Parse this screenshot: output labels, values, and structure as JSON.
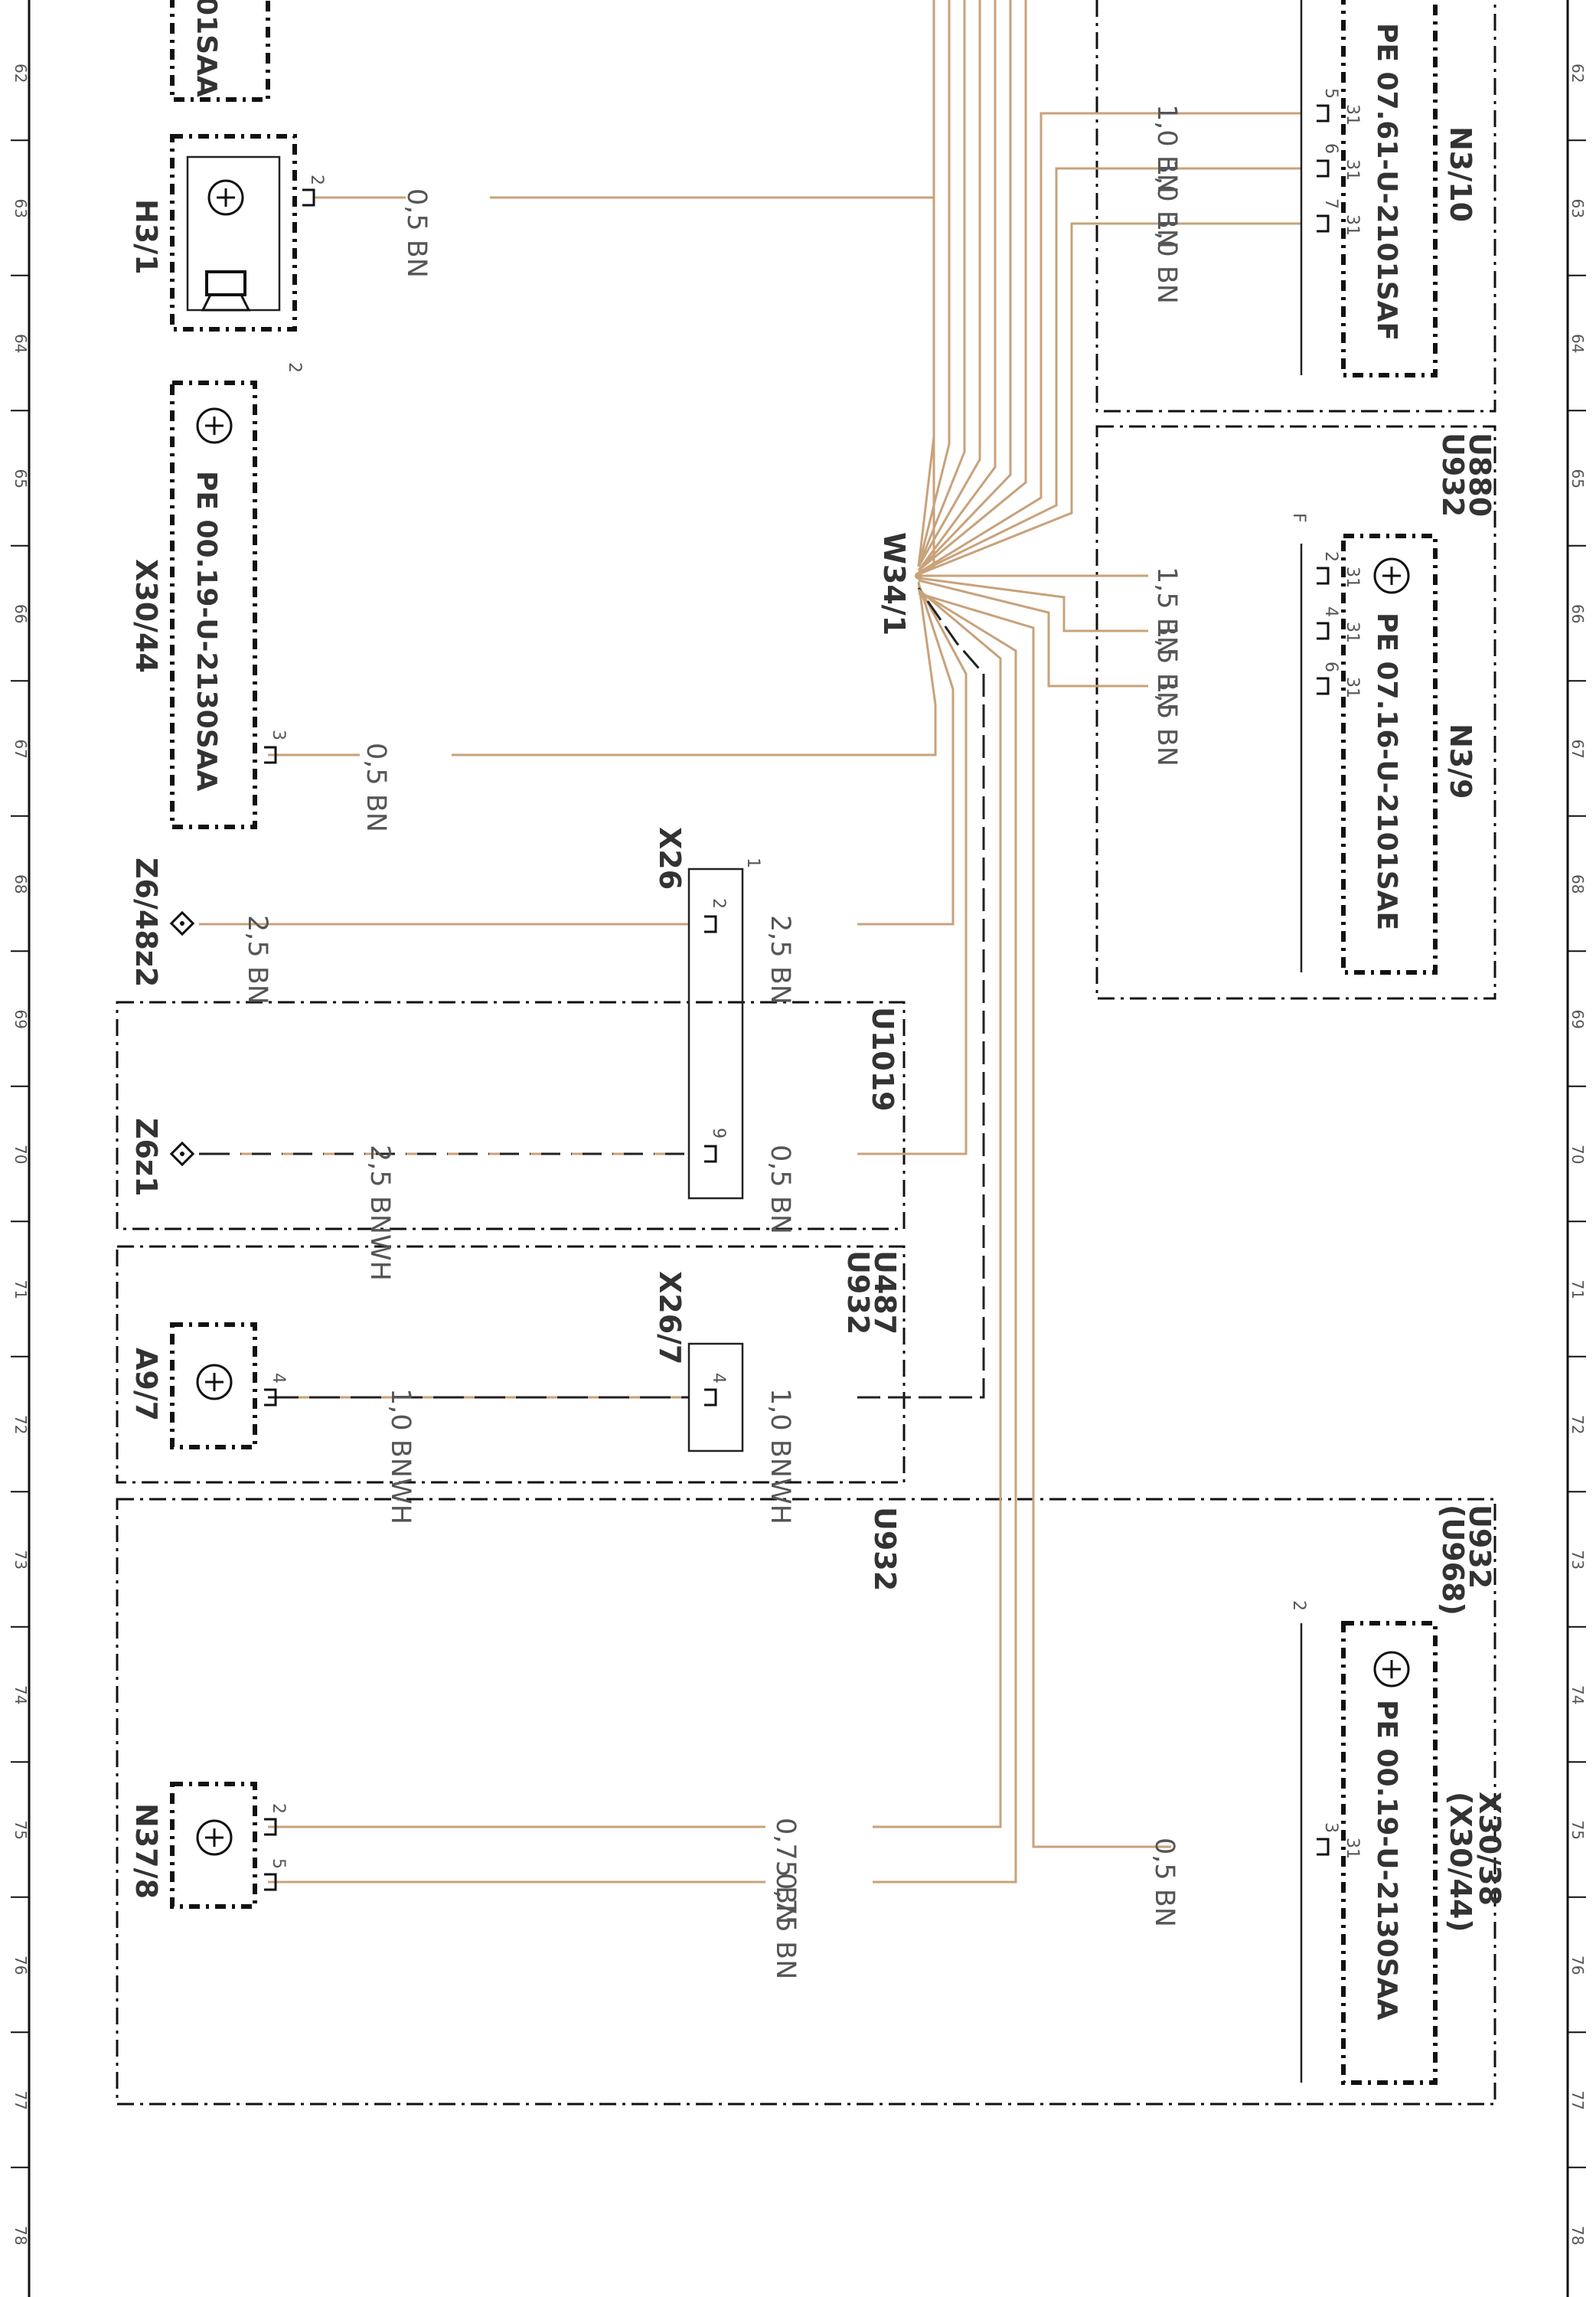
{
  "grid_rows": [
    "62",
    "63",
    "64",
    "65",
    "66",
    "67",
    "68",
    "69",
    "70",
    "71",
    "72",
    "73",
    "74",
    "75",
    "76",
    "77",
    "78"
  ],
  "splice": {
    "name": "W34/1"
  },
  "components": {
    "h3_1": {
      "id": "H3/1",
      "pin": "2",
      "wire": "0,5 BN"
    },
    "x30_44": {
      "id": "X30/44",
      "ref": "PE 00.19-U-2130SAA",
      "pin_top": "2",
      "pin": "3",
      "wire": "0,5 BN"
    },
    "top_frag": {
      "ref_partial": "01SAA"
    },
    "z6_48z2": {
      "id": "Z6/48z2",
      "wire": "2,5 BN"
    },
    "x26": {
      "id": "X26",
      "pin1": "1",
      "pin": "2",
      "pin9": "9",
      "wire_out": "2,5 BN",
      "wire_out9": "0,5 BN"
    },
    "u1019": {
      "code": "U1019"
    },
    "z6z1": {
      "id": "Z6z1",
      "wire": "2,5 BNWH"
    },
    "u487": {
      "code": "U487",
      "code2": "U932"
    },
    "a9_7": {
      "id": "A9/7",
      "pin": "4",
      "wire": "1,0 BNWH"
    },
    "x26_7": {
      "id": "X26/7",
      "pin": "4",
      "wire_out": "1,0 BNWH"
    },
    "u932_lower": {
      "code": "U932"
    },
    "n37_8": {
      "id": "N37/8",
      "pin_a": "2",
      "pin_b": "5",
      "wire_a": "0,75 BN",
      "wire_b": "0,75 BN"
    },
    "n3_10": {
      "id": "N3/10",
      "ref": "PE 07.61-U-2101SAF",
      "pins": [
        "5",
        "6",
        "7"
      ],
      "term": "31",
      "wire": "1,0 BN"
    },
    "n3_9": {
      "id": "N3/9",
      "ref": "PE 07.16-U-2101SAE",
      "codes": [
        "U880",
        "U932"
      ],
      "pins": [
        "2",
        "4",
        "6"
      ],
      "term": "31",
      "wire": "1,5 BN",
      "flag": "F"
    },
    "x30_38": {
      "id": "X30/38",
      "id2": "(X30/44)",
      "ref": "PE 00.19-U-2130SAA",
      "codes": [
        "U932",
        "(U968)"
      ],
      "pin_top": "2",
      "pin": "3",
      "term": "31",
      "wire": "0,5 BN"
    }
  },
  "colors": {
    "wire_brown": "#c8a27a",
    "ink": "#111111"
  }
}
